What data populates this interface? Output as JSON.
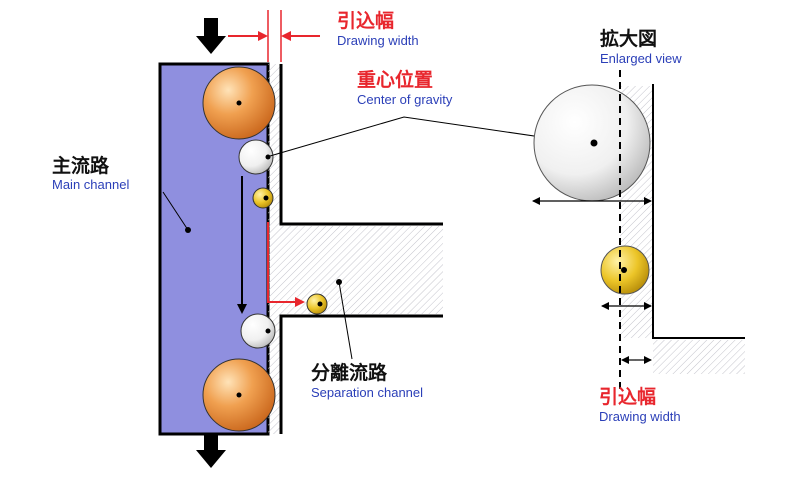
{
  "labels": {
    "drawing_width_top_ja": "引込幅",
    "drawing_width_top_en": "Drawing width",
    "center_of_gravity_ja": "重心位置",
    "center_of_gravity_en": "Center of gravity",
    "main_channel_ja": "主流路",
    "main_channel_en": "Main channel",
    "separation_channel_ja": "分離流路",
    "separation_channel_en": "Separation channel",
    "enlarged_view_ja": "拡大図",
    "enlarged_view_en": "Enlarged view",
    "drawing_width_bottom_ja": "引込幅",
    "drawing_width_bottom_en": "Drawing width"
  },
  "colors": {
    "main_channel_fill": "#8f8fdf",
    "label_red": "#e8262d",
    "label_blue": "#2b3fb8",
    "large_particle": "#e8862e",
    "medium_particle": "#f2f2f2",
    "small_particle": "#e3b818",
    "wall": "#000000"
  }
}
